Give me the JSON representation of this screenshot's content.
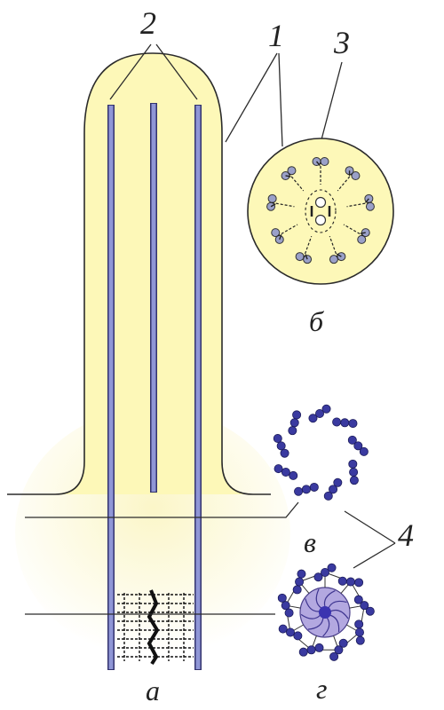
{
  "labels": {
    "cilium": "1",
    "microtubules": "2",
    "doublet": "3",
    "triplets": "4",
    "panel_a": "а",
    "panel_b": "б",
    "panel_v": "в",
    "panel_g": "г"
  },
  "colors": {
    "cytoplasm": "#fdf8b8",
    "glow": "#fbf6c8",
    "outline": "#2b2b2b",
    "microtubule": "#8f96d6",
    "microtubule_edge": "#33336e",
    "subunit": "#3a3aa0",
    "hub": "#b3a8e0",
    "hub_center": "#3b34b0"
  }
}
